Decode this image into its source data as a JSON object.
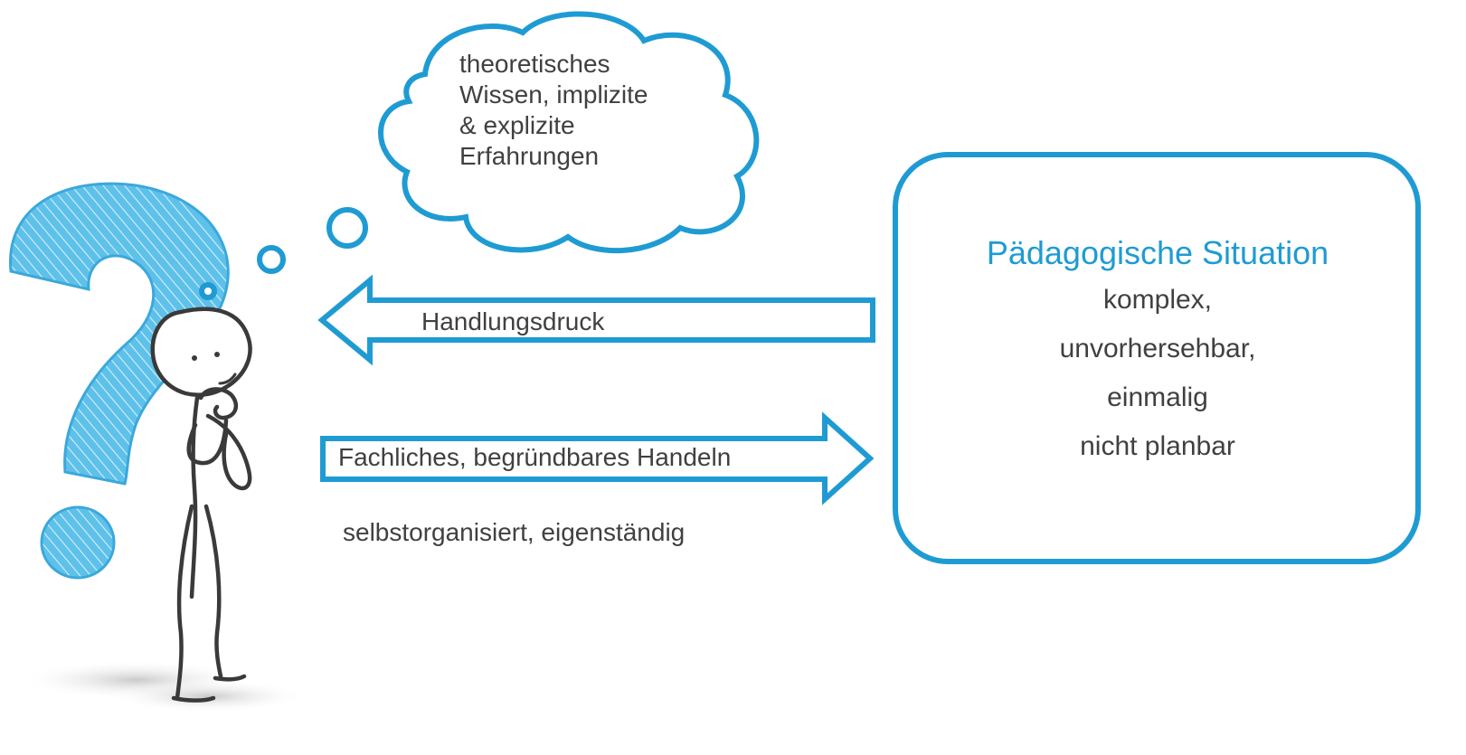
{
  "thought_cloud": {
    "lines": [
      "theoretisches",
      "Wissen, implizite",
      "& explizite",
      "Erfahrungen"
    ]
  },
  "arrow_left": {
    "label": "Handlungsdruck"
  },
  "arrow_right": {
    "label": "Fachliches, begründbares Handeln"
  },
  "below_arrow_text": "selbstorganisiert, eigenständig",
  "situation_box": {
    "title": "Pädagogische Situation",
    "lines": [
      "komplex,",
      "unvorhersehbar,",
      "einmalig",
      "nicht planbar"
    ]
  },
  "colors": {
    "accent": "#1f9bd3",
    "text": "#404040",
    "figure_stroke": "#3a3a3a"
  }
}
